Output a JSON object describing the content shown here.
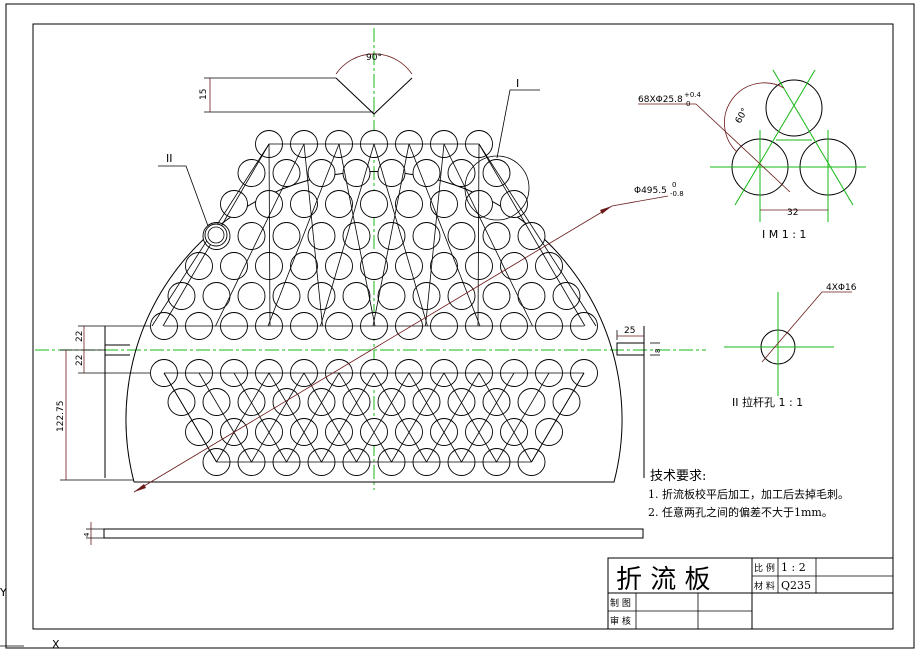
{
  "title_block": {
    "part_name": "折 流 板",
    "scale_label": "比 例",
    "scale_value": "1 : 2",
    "material_label": "材 料",
    "material_value": "Q235",
    "drawn_label": "制 图",
    "checked_label": "审 核"
  },
  "tech_requirements": {
    "heading": "技术要求:",
    "items": [
      "1. 折流板校平后加工，加工后去掉毛刺。",
      "2. 任意两孔之间的偏差不大于1mm。"
    ]
  },
  "main_view": {
    "angle_label": "90°",
    "notch_depth": "15",
    "detail_ref_1": "I",
    "detail_ref_2": "II",
    "diameter_label": "Φ495.5",
    "diameter_tol_upper": "0",
    "diameter_tol_lower": "-0.8",
    "dim_22_top": "22",
    "dim_22_bottom": "22",
    "dim_122_75": "122.75",
    "dim_25": "25",
    "dim_8": "8",
    "thickness": "4"
  },
  "detail_1": {
    "hole_callout": "68XΦ25.8",
    "tol_upper": "+0.4",
    "tol_lower": "0",
    "angle": "60°",
    "pitch": "32",
    "caption": "I M 1 : 1"
  },
  "detail_2": {
    "hole_callout": "4XΦ16",
    "caption": "II  拉杆孔 1 : 1"
  },
  "ucs": {
    "x_label": "X",
    "y_label": "Y"
  }
}
